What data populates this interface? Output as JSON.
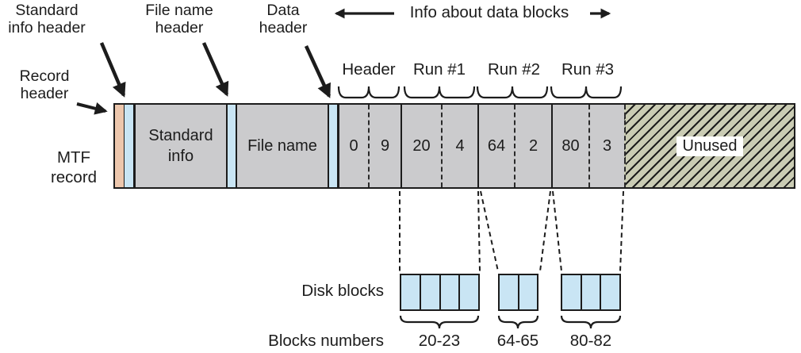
{
  "colors": {
    "bar_background": "#cbcbcd",
    "record_header_fill": "#edc7ad",
    "header_stripe_fill": "#c9e5f4",
    "disk_block_fill": "#c9e5f4",
    "unused_hatch_fill": "#caccb4",
    "ink": "#1c1c1c"
  },
  "callouts": {
    "standard_info_header": [
      "Standard",
      "info header"
    ],
    "file_name_header": [
      "File name",
      "header"
    ],
    "data_header": [
      "Data",
      "header"
    ],
    "record_header": [
      "Record",
      "header"
    ],
    "mtf_record": [
      "MTF",
      "record"
    ],
    "info_about_data_blocks": "Info about data blocks"
  },
  "bar": {
    "standard_info": [
      "Standard",
      "info"
    ],
    "file_name": "File name",
    "header_label": "Header",
    "header_cells": [
      "0",
      "9"
    ],
    "runs": [
      {
        "label": "Run #1",
        "start_block": "20",
        "count": "4"
      },
      {
        "label": "Run #2",
        "start_block": "64",
        "count": "2"
      },
      {
        "label": "Run #3",
        "start_block": "80",
        "count": "3"
      }
    ],
    "unused_label": "Unused"
  },
  "disk": {
    "label": "Disk blocks",
    "numbers_label": "Blocks numbers",
    "groups": [
      {
        "blocks": 4,
        "range": "20-23"
      },
      {
        "blocks": 2,
        "range": "64-65"
      },
      {
        "blocks": 3,
        "range": "80-82"
      }
    ]
  }
}
